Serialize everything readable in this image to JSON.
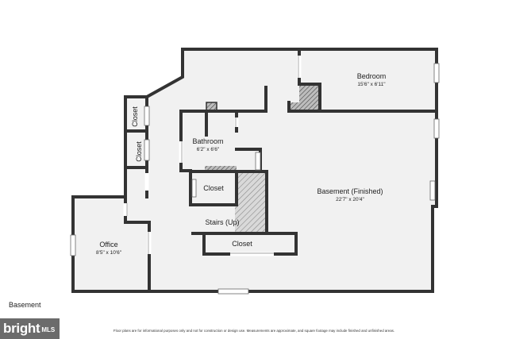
{
  "rooms": {
    "bedroom": {
      "name": "Bedroom",
      "dims": "15'6\" x 6'11\""
    },
    "bathroom": {
      "name": "Bathroom",
      "dims": "6'2\" x 6'6\""
    },
    "basement": {
      "name": "Basement (Finished)",
      "dims": "22'7\" x 20'4\""
    },
    "office": {
      "name": "Office",
      "dims": "8'5\" x 10'6\""
    },
    "stairs": {
      "name": "Stairs (Up)"
    },
    "closet_top": {
      "name": "Closet"
    },
    "closet_left": {
      "name": "Closet"
    },
    "closet_mid": {
      "name": "Closet"
    },
    "closet_bottom": {
      "name": "Closet"
    }
  },
  "floor_label": "Basement",
  "disclaimer": "Floor plans are for informational purposes only and not for construction or design use. Measurements are approximate, and square footage may include finished and unfinished areas.",
  "logo": {
    "brand": "bright",
    "suffix": "MLS"
  },
  "colors": {
    "wall": "#333333",
    "floor": "#f1f1f1",
    "logo_bg": "#6b6b6b"
  }
}
